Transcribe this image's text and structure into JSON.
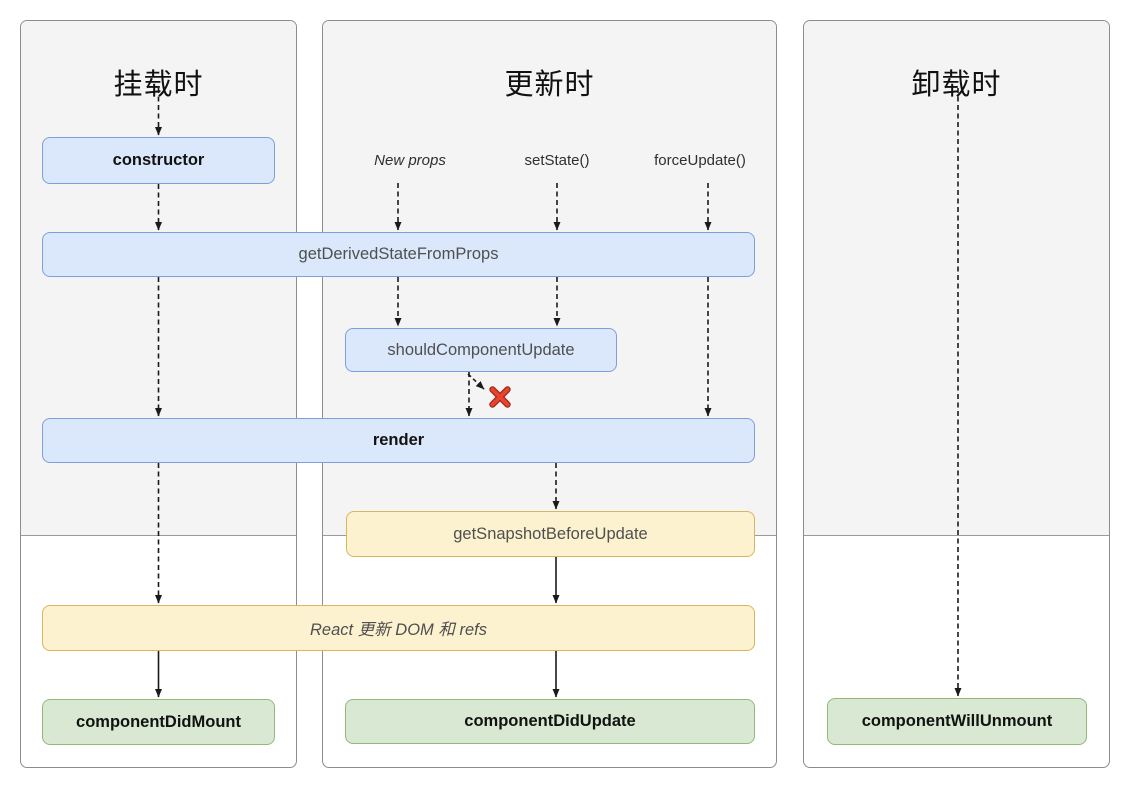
{
  "columns": [
    {
      "title": "挂载时"
    },
    {
      "title": "更新时"
    },
    {
      "title": "卸载时"
    }
  ],
  "triggers": {
    "new_props": "New props",
    "set_state": "setState()",
    "force_update": "forceUpdate()"
  },
  "boxes": {
    "constructor": "constructor",
    "get_derived_state_from_props": "getDerivedStateFromProps",
    "should_component_update": "shouldComponentUpdate",
    "render": "render",
    "get_snapshot_before_update": "getSnapshotBeforeUpdate",
    "react_updates_dom": "React 更新 DOM 和 refs",
    "component_did_mount": "componentDidMount",
    "component_did_update": "componentDidUpdate",
    "component_will_unmount": "componentWillUnmount"
  },
  "icons": {
    "abort": "red-x-icon"
  },
  "colors": {
    "blue_fill": "#dbe8fc",
    "blue_border": "#7e9fd9",
    "yellow_fill": "#fdf2cf",
    "yellow_border": "#d9b65c",
    "green_fill": "#d9e8d2",
    "green_border": "#93b977",
    "panel_top_fill": "#f4f4f4",
    "panel_border": "#8c8c8c",
    "arrow": "#1a1a1a",
    "abort_x": "#e8432d"
  }
}
